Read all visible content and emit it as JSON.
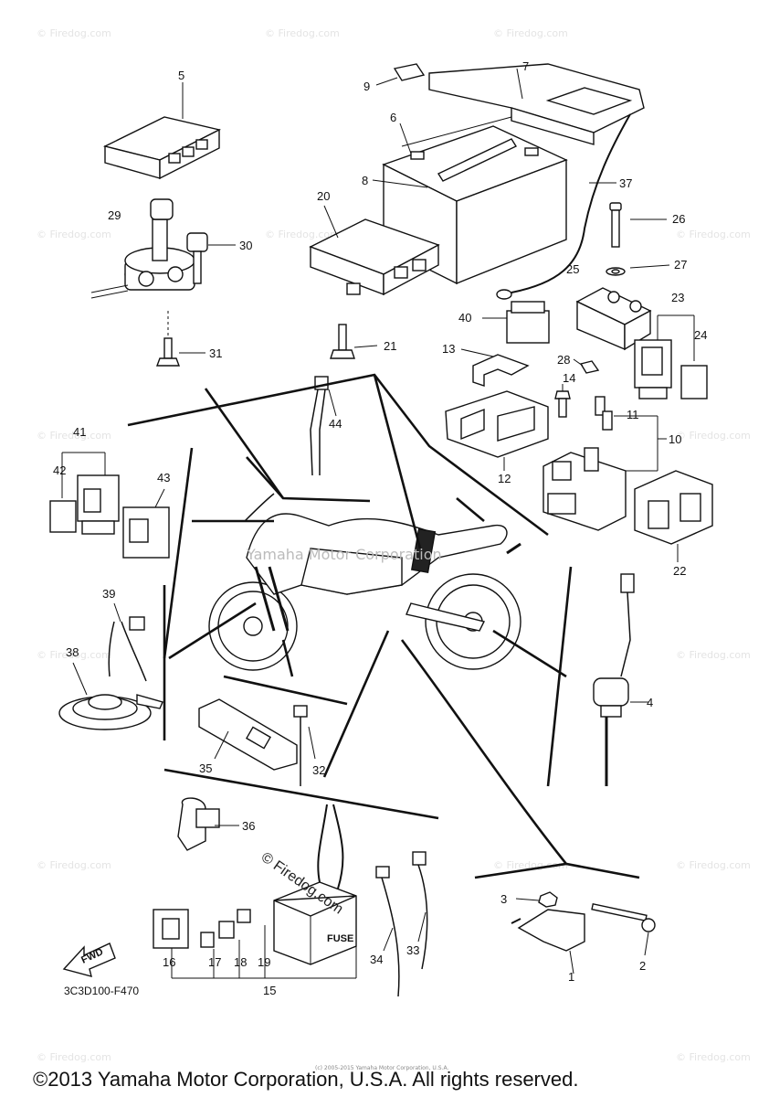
{
  "diagram": {
    "diagram_code": "3C3D100-F470",
    "copyright": "©2013 Yamaha Motor Corporation, U.S.A. All rights reserved.",
    "watermark": "© Firedog.com",
    "stamp": "© Firedog.com",
    "fwd_label": "FWD",
    "fuse_label": "FUSE",
    "center_watermark": "Yamaha Motor Corporation",
    "tiny_notice": "(c) 2005-2015 Yamaha Motor Corporation, U.S.A.",
    "callouts": [
      "1",
      "2",
      "3",
      "4",
      "5",
      "6",
      "7",
      "8",
      "9",
      "10",
      "11",
      "12",
      "13",
      "14",
      "15",
      "16",
      "17",
      "18",
      "19",
      "20",
      "21",
      "22",
      "23",
      "24",
      "25",
      "26",
      "27",
      "28",
      "29",
      "30",
      "31",
      "32",
      "33",
      "34",
      "35",
      "36",
      "37",
      "38",
      "39",
      "40",
      "41",
      "42",
      "43",
      "44"
    ]
  }
}
